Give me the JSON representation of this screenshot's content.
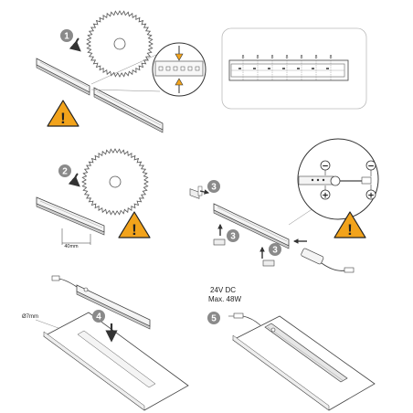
{
  "steps": {
    "s1": "1",
    "s2": "2",
    "s3": "3",
    "s4": "4",
    "s5": "5"
  },
  "warning_mark": "!",
  "labels": {
    "length_40mm": "40mm",
    "diameter_7mm": "Ø7mm",
    "voltage": "24V DC",
    "max_power": "Max. 48W"
  },
  "polarity": {
    "minus": "−",
    "plus": "+"
  },
  "strip_marks": [
    "8",
    "8",
    "8",
    "8",
    "8",
    "8",
    "8"
  ],
  "colors": {
    "step_badge": "#8a8a8a",
    "warning_fill": "#f2a31b",
    "warning_stroke": "#222222",
    "line": "#444444",
    "detail_frame": "#bbbbbb"
  },
  "icons": {
    "warning": "warning-triangle-icon",
    "arrow": "arrow-icon",
    "saw_blade": "saw-blade-icon"
  }
}
